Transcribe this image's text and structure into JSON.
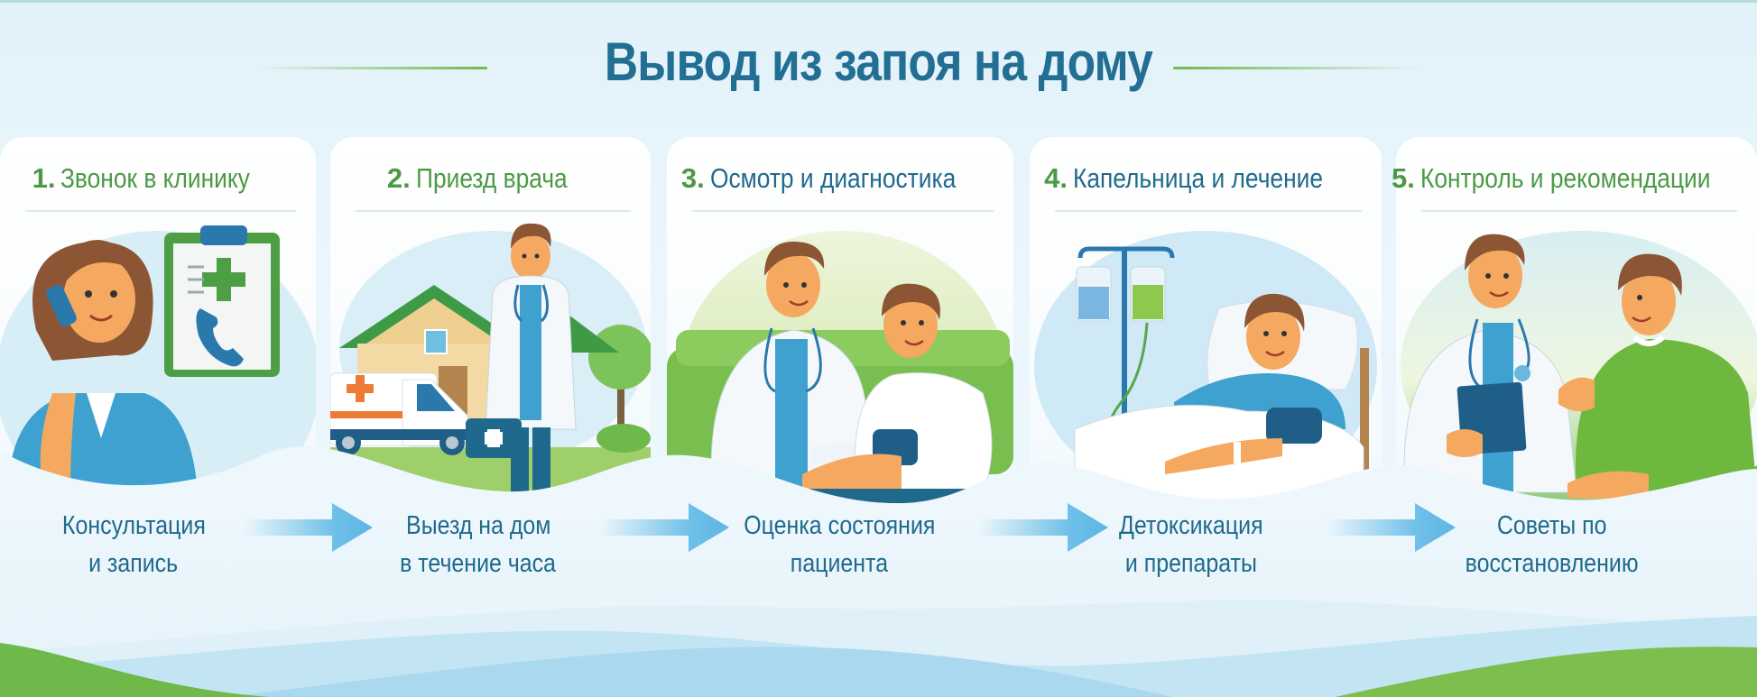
{
  "title": "Вывод из запоя на дому",
  "colors": {
    "title": "#236f93",
    "step_green": "#4a9a45",
    "step_blue": "#1f6a8c",
    "caption": "#1f6a8c",
    "arrow": "#6ec0e8",
    "accent_green": "#6fb84a"
  },
  "steps": [
    {
      "number": "1.",
      "title": "Звонок в клинику",
      "title_color": "green",
      "caption_line1": "Консультация",
      "caption_line2": "и запись",
      "illustration": "woman-calling-clipboard-illustration"
    },
    {
      "number": "2.",
      "title": "Приезд врача",
      "title_color": "green",
      "caption_line1": "Выезд на дом",
      "caption_line2": "в течение часа",
      "illustration": "doctor-ambulance-house-illustration"
    },
    {
      "number": "3.",
      "title": "Осмотр и диагностика",
      "title_color": "blue",
      "caption_line1": "Оценка состояния",
      "caption_line2": "пациента",
      "illustration": "doctor-measuring-blood-pressure-illustration"
    },
    {
      "number": "4.",
      "title": "Капельница и лечение",
      "title_color": "blue",
      "caption_line1": "Детоксикация",
      "caption_line2": "и препараты",
      "illustration": "patient-iv-drip-bed-illustration"
    },
    {
      "number": "5.",
      "title": "Контроль и рекомендации",
      "title_color": "green",
      "caption_line1": "Советы по",
      "caption_line2": "восстановлению",
      "illustration": "doctor-talking-patient-illustration"
    }
  ]
}
